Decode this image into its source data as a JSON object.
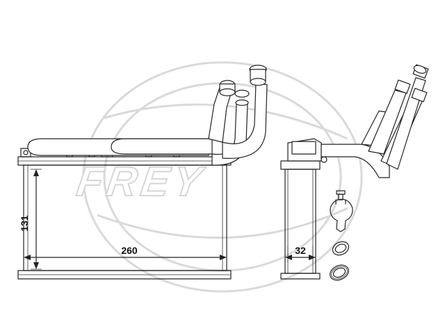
{
  "watermark": {
    "brand": "FREY"
  },
  "dimensions": {
    "height": "131",
    "width": "260",
    "depth": "32"
  },
  "colors": {
    "line": "#222222",
    "watermark": "#d9d9d9",
    "background": "#ffffff"
  }
}
